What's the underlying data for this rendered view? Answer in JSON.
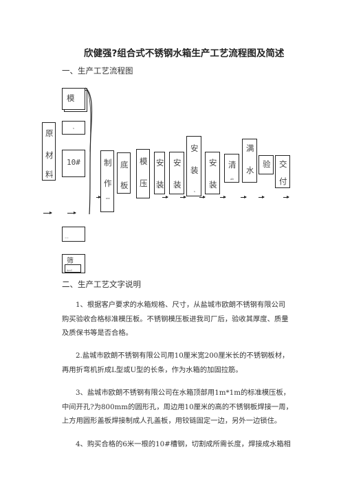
{
  "document": {
    "title": "欣健强?组合式不锈钢水箱生产工艺流程图及简述",
    "section1_heading": "一、生产工艺流程图",
    "section2_heading": "二、生产工艺文字说明"
  },
  "flowchart": {
    "mold_top": "模",
    "mid_small": "s",
    "channel": "10#",
    "raw": [
      "原",
      "材",
      "料"
    ],
    "make": [
      "制",
      "作"
    ],
    "make_tiny": "ass",
    "bottom_plate": [
      "底",
      "板"
    ],
    "mold_press": [
      "模",
      "压"
    ],
    "install1": [
      "安",
      "装"
    ],
    "install2": [
      "安",
      "装"
    ],
    "install3": [
      "安",
      "装"
    ],
    "install3_tiny": "s",
    "install4": [
      "安",
      "装"
    ],
    "clean": "清",
    "clean_tiny": "ale",
    "full_water": [
      "满",
      "水"
    ],
    "accept": "验",
    "deliver": [
      "交",
      "付"
    ],
    "small_box1": "~~",
    "small_box2_top": "筛",
    "small_box2_bottom": "Aecl"
  },
  "paragraphs": [
    {
      "lines": [
        "1、根据客户要求的水箱规格、尺寸，从盐城市欧朗不锈钢有限公司",
        "购买验收合格标准模压板。不锈钢模压板进我司厂后，验收其厚度、质量",
        "及质保书等是否合格。"
      ]
    },
    {
      "lines": [
        "2.盐城市欧朗不锈钢有限公司用10厘米宽200厘米长的不锈钢板材，",
        "再用折弯机折成L型或U型的长条，作为水箱的加固拉筋。"
      ]
    },
    {
      "lines": [
        "3、盐城市欧朗不锈钢有限公司在水箱顶部用1m*1m的标准模压板，",
        "中间开孔?为800mm的圆形孔，周边用10厘米的高的不锈钢板焊接一周，",
        "上方用圆形盖板焊接制成人孔盖板，用铰链固定一边，另外一边锁住。"
      ]
    },
    {
      "lines": [
        "4、购买合格的6米一根的10#槽钢，切割成所需长度，焊接成水箱相"
      ]
    }
  ]
}
